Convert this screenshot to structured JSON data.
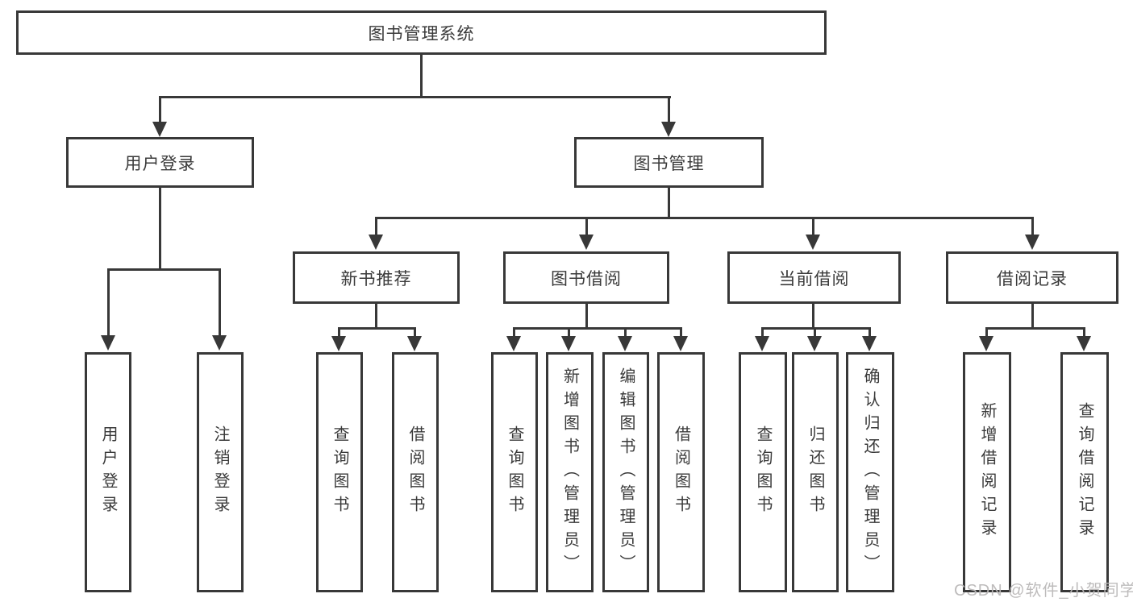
{
  "diagram": {
    "root": {
      "label": "图书管理系统"
    },
    "branches": [
      {
        "label": "用户登录",
        "children": [
          {
            "label": "用户登录"
          },
          {
            "label": "注销登录"
          }
        ]
      },
      {
        "label": "图书管理",
        "children": [
          {
            "label": "新书推荐",
            "children": [
              {
                "label": "查询图书"
              },
              {
                "label": "借阅图书"
              }
            ]
          },
          {
            "label": "图书借阅",
            "children": [
              {
                "label": "查询图书"
              },
              {
                "label": "新增图书（管理员）"
              },
              {
                "label": "编辑图书（管理员）"
              },
              {
                "label": "借阅图书"
              }
            ]
          },
          {
            "label": "当前借阅",
            "children": [
              {
                "label": "查询图书"
              },
              {
                "label": "归还图书"
              },
              {
                "label": "确认归还（管理员）"
              }
            ]
          },
          {
            "label": "借阅记录",
            "children": [
              {
                "label": "新增借阅记录"
              },
              {
                "label": "查询借阅记录"
              }
            ]
          }
        ]
      }
    ]
  },
  "colors": {
    "line": "#383838",
    "text": "#3a3a3a",
    "watermark": "#bab8b8"
  },
  "watermark": "CSDN @软件_小贺同学"
}
